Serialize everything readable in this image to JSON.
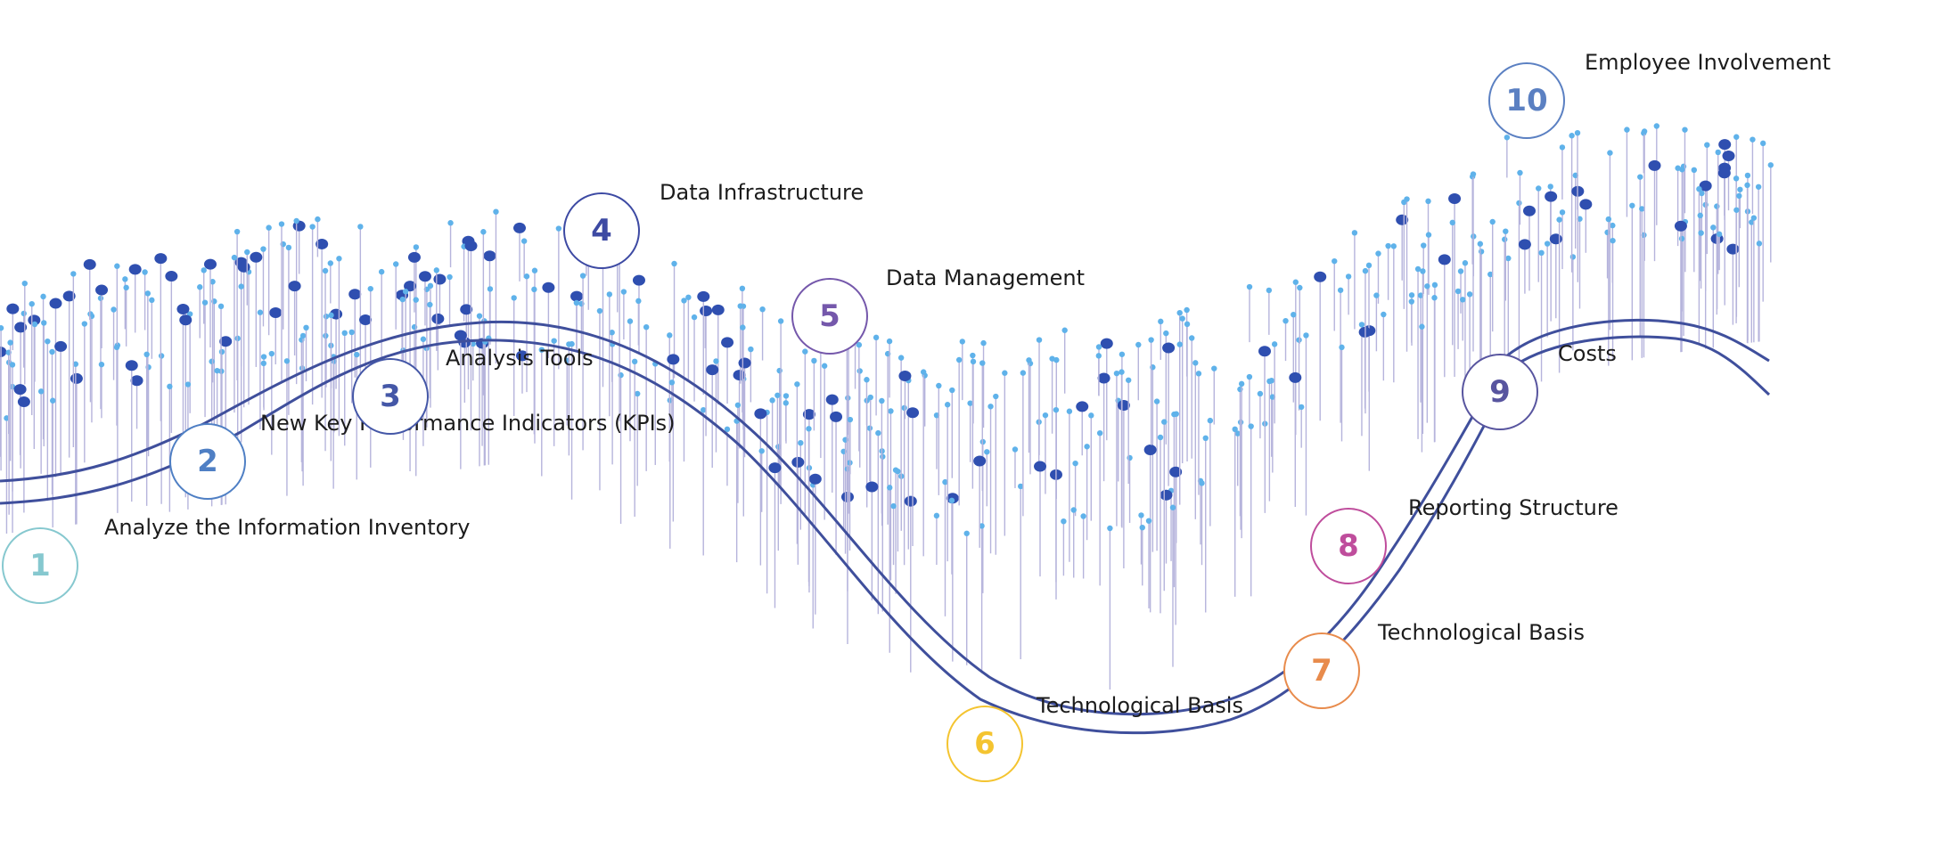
{
  "colors": {
    "road": "#3f4f9c",
    "pin_dark": "#2f4fb0",
    "pin_light": "#5fb2ea",
    "stem": "#b6b4dc"
  },
  "steps": [
    {
      "number": "1",
      "label": "Analyze the Information Inventory",
      "color": "#86c8cf"
    },
    {
      "number": "2",
      "label": "New Key Performance Indicators (KPIs)",
      "color": "#4f7fc4"
    },
    {
      "number": "3",
      "label": "Analysis Tools",
      "color": "#4457a7"
    },
    {
      "number": "4",
      "label": "Data Infrastructure",
      "color": "#3d4aa3"
    },
    {
      "number": "5",
      "label": "Data Management",
      "color": "#7558ab"
    },
    {
      "number": "6",
      "label": "Technological Basis",
      "color": "#f4c430"
    },
    {
      "number": "7",
      "label": "Technological Basis",
      "color": "#e88b4c"
    },
    {
      "number": "8",
      "label": "Reporting Structure",
      "color": "#bf4d9c"
    },
    {
      "number": "9",
      "label": "Costs",
      "color": "#58559f"
    },
    {
      "number": "10",
      "label": "Employee Involvement",
      "color": "#5b80c2"
    }
  ]
}
